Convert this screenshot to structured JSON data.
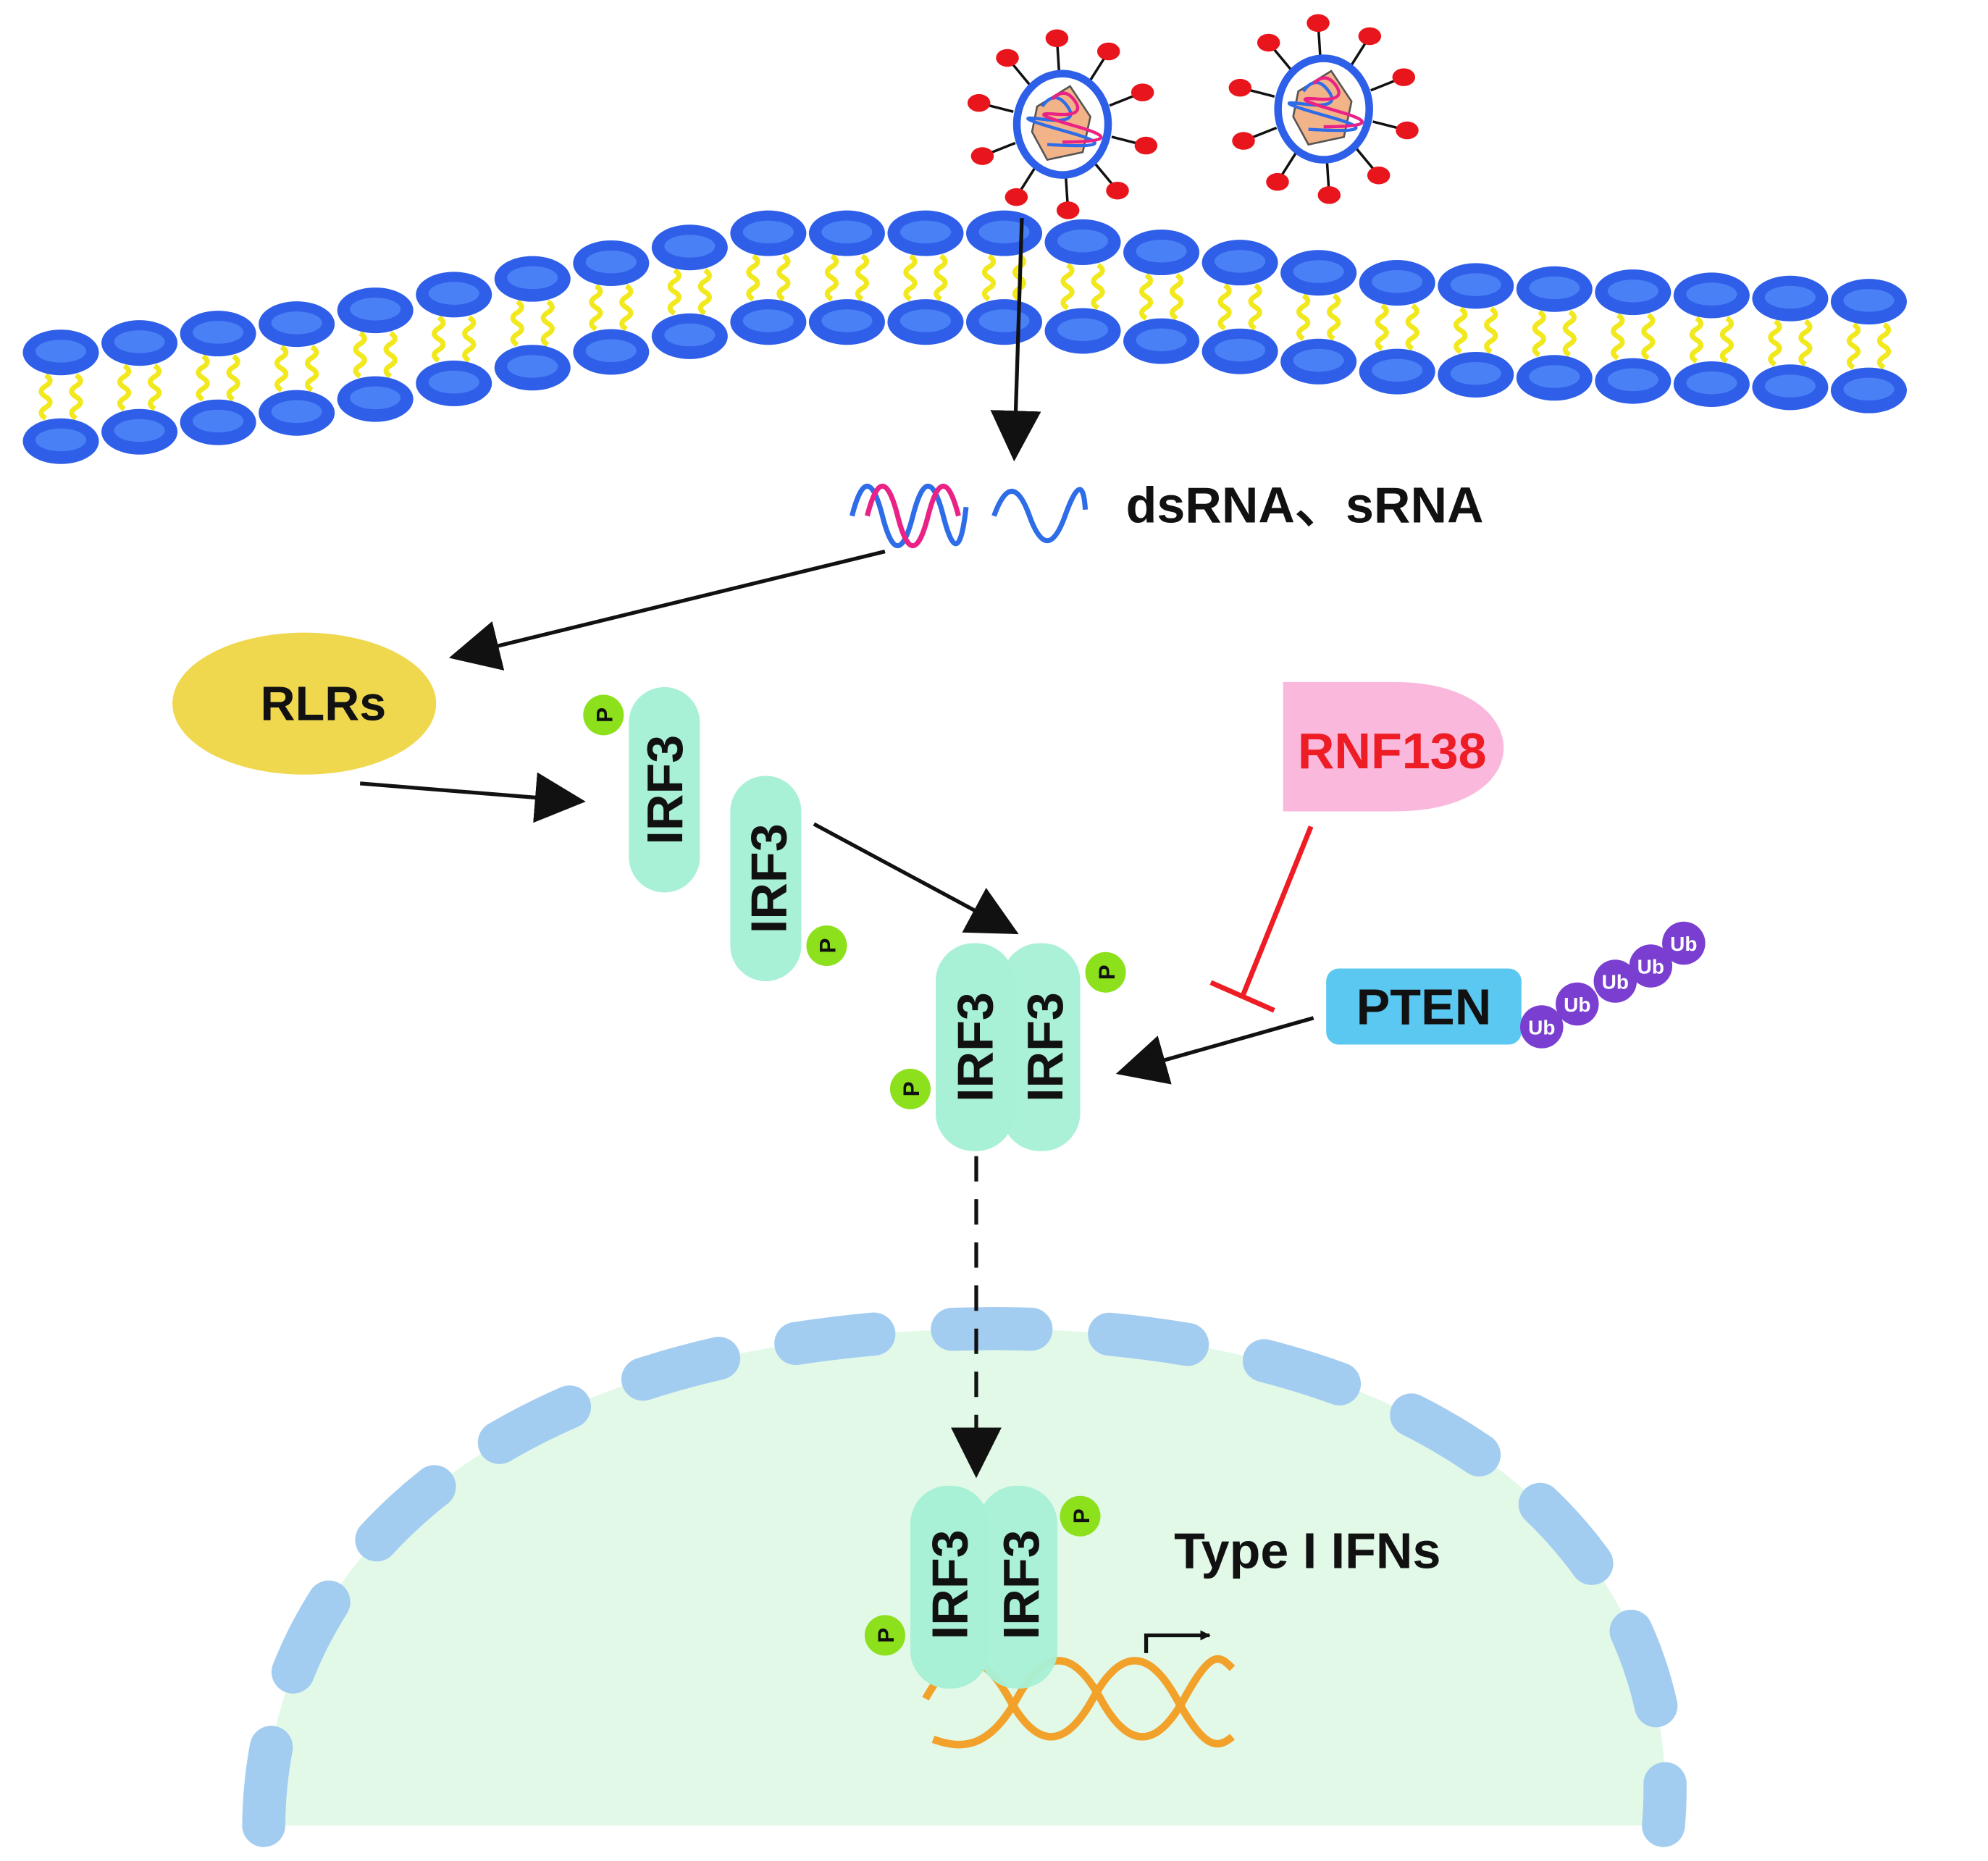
{
  "labels": {
    "rna": "dsRNA、sRNA",
    "rlrs": "RLRs",
    "irf3": "IRF3",
    "rnf138": "RNF138",
    "pten": "PTEN",
    "ifn": "Type I IFNs",
    "phospho": "P",
    "ub": "Ub"
  },
  "colors": {
    "lipid_head": "#2f5fe8",
    "lipid_tail": "#f2e81e",
    "irf3": "#a8f0d6",
    "phospho": "#8de01c",
    "rlrs": "#f0d84e",
    "rnf138_fill": "#f9b8dc",
    "rnf138_text": "#ee1c24",
    "inhibit": "#ee1c24",
    "pten": "#5ac8f0",
    "ub": "#7a3fd0",
    "nucleus_fill": "#e2f9e8",
    "nuclear_envelope": "#a3cdf0",
    "dna": "#f2a22a",
    "virus_spike": "#e8161c",
    "virus_envelope": "#2e5fe8",
    "capsid": "#f2b388"
  },
  "icons": [
    "virus-icon",
    "lipid-bilayer",
    "rna-strand-icon",
    "dna-helix-icon",
    "phosphate-icon",
    "ubiquitin-icon",
    "promoter-arrow-icon"
  ]
}
